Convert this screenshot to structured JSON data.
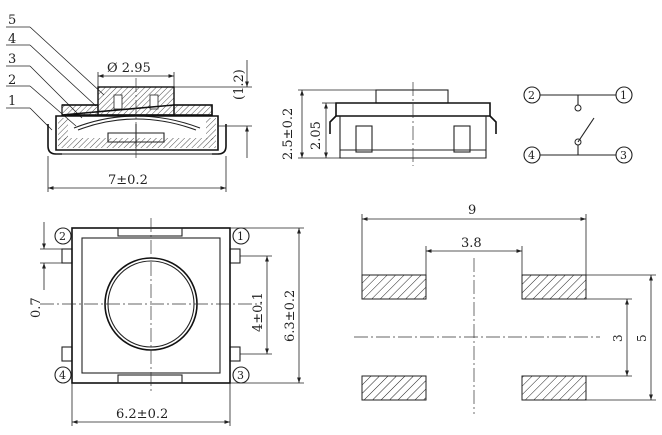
{
  "side_view": {
    "callouts": [
      "5",
      "4",
      "3",
      "2",
      "1"
    ],
    "diameter_label": "Ø 2.95",
    "height_label": "(1.2)",
    "width_label": "7±0.2"
  },
  "front_view": {
    "overall_height_label": "2.5±0.2",
    "body_height_label": "2.05"
  },
  "schematic": {
    "terminal_top_left": "2",
    "terminal_top_right": "1",
    "terminal_bottom_left": "4",
    "terminal_bottom_right": "3"
  },
  "top_view": {
    "pin_top_left": "2",
    "pin_top_right": "1",
    "pin_bottom_left": "4",
    "pin_bottom_right": "3",
    "pin_width_label": "0.7",
    "pin_spacing_label": "4±0.1",
    "body_height_label": "6.3±0.2",
    "body_width_label": "6.2±0.2"
  },
  "footprint": {
    "overall_width_label": "9",
    "inner_gap_label": "3.8",
    "pad_spacing_label": "3",
    "overall_height_label": "5"
  }
}
